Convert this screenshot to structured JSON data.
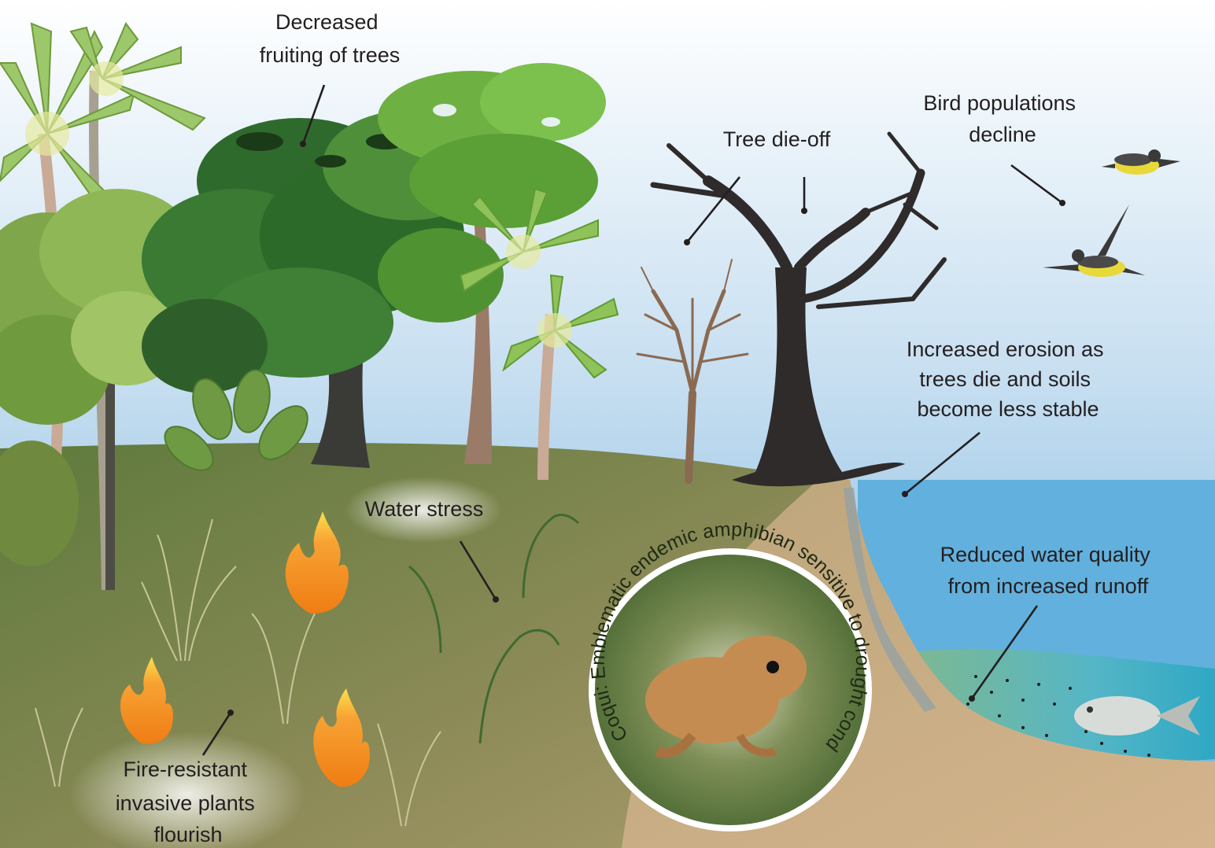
{
  "labels": {
    "decreased_fruiting": [
      "Decreased",
      "fruiting of trees"
    ],
    "tree_die_off": "Tree die-off",
    "bird_decline": [
      "Bird populations",
      "decline"
    ],
    "erosion": [
      "Increased erosion as",
      "trees die and soils",
      "become less stable"
    ],
    "water_quality": [
      "Reduced water quality",
      "from increased runoff"
    ],
    "water_stress": "Water stress",
    "fire_resistant": [
      "Fire-resistant",
      "invasive plants",
      "flourish"
    ],
    "coqui": "Coqui: Emblematic endemic amphibian  sensitive to drought conditions"
  },
  "icons": [
    "palm-tree-icon",
    "broadleaf-tree-icon",
    "dead-tree-icon",
    "bird-icon",
    "fire-icon",
    "grass-icon",
    "wilted-plant-icon",
    "frog-icon",
    "fish-icon"
  ],
  "colors": {
    "sky_top": "#ffffff",
    "sky_bottom": "#7db8e2",
    "ground": "#667a45",
    "soil": "#c9ab80",
    "water": "#4fb3c7",
    "fire": "#f08a1c",
    "dead_wood": "#2f2b2b"
  }
}
